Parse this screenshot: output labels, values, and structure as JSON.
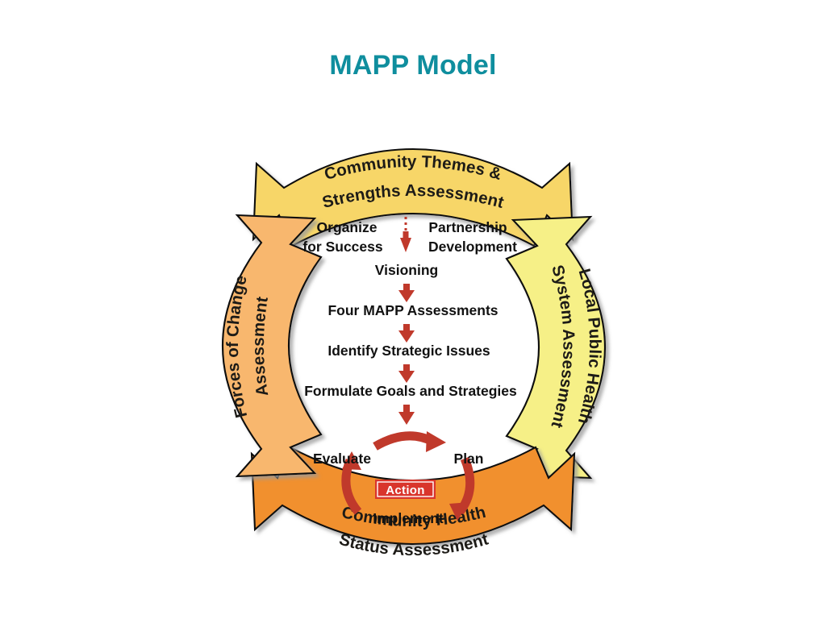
{
  "slide": {
    "title": "MAPP Model",
    "title_color": "#0f8e9e",
    "background_color": "#ffffff"
  },
  "diagram": {
    "name": "mapp-model-cycle-diagram",
    "banners": [
      {
        "id": "community-themes",
        "position": "top",
        "line1": "Community Themes &",
        "line2": "Strengths Assessment",
        "color": "#f7d667"
      },
      {
        "id": "local-public-health",
        "position": "right",
        "line1": "Local Public Health",
        "line2": "System Assessment",
        "color": "#f6f087"
      },
      {
        "id": "community-health-status",
        "position": "bottom",
        "line1": "Community Health",
        "line2": "Status Assessment",
        "color": "#f1902f"
      },
      {
        "id": "forces-of-change",
        "position": "left",
        "line1": "Forces of Change",
        "line2": "Assessment",
        "color": "#f8b76e"
      }
    ],
    "steps": {
      "organize_line1": "Organize",
      "organize_line2": "for Success",
      "partnership_line1": "Partnership",
      "partnership_line2": "Development",
      "visioning": "Visioning",
      "four_assessments": "Four MAPP Assessments",
      "identify_issues": "Identify Strategic Issues",
      "formulate_goals": "Formulate Goals and Strategies"
    },
    "action_cycle": {
      "center_label": "Action",
      "center_label_bg": "#d9352c",
      "evaluate": "Evaluate",
      "plan": "Plan",
      "implement": "Implement",
      "arrow_color": "#c0392b"
    }
  }
}
